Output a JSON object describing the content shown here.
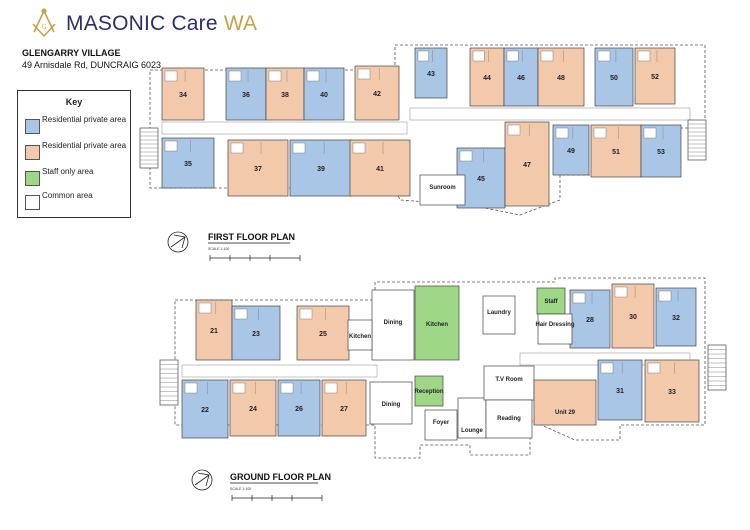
{
  "brand": {
    "name": "MASONIC Care",
    "suffix": "WA",
    "logo_icon": "square-and-compasses-icon",
    "logo_color": "#c8a24a",
    "name_color": "#2a2f6a"
  },
  "village": {
    "name": "GLENGARRY VILLAGE",
    "address": "49 Arnisdale Rd, DUNCRAIG 6023"
  },
  "key": {
    "title": "Key",
    "items": [
      {
        "label": "Residential private area",
        "color": "#a9c6e6"
      },
      {
        "label": "Residential private area",
        "color": "#f3c9ab"
      },
      {
        "label": "Staff only area",
        "color": "#9ed886"
      },
      {
        "label": "Common area",
        "color": "#ffffff"
      }
    ]
  },
  "first_floor": {
    "title": "FIRST FLOOR PLAN",
    "scale": "SCALE 1:100",
    "units_top": [
      {
        "label": "34",
        "type": "peach"
      },
      {
        "label": "36",
        "type": "blue"
      },
      {
        "label": "38",
        "type": "peach"
      },
      {
        "label": "40",
        "type": "blue"
      },
      {
        "label": "42",
        "type": "peach"
      },
      {
        "label": "43",
        "type": "blue"
      },
      {
        "label": "44",
        "type": "peach"
      },
      {
        "label": "46",
        "type": "blue"
      },
      {
        "label": "48",
        "type": "peach"
      },
      {
        "label": "50",
        "type": "blue"
      },
      {
        "label": "52",
        "type": "peach"
      }
    ],
    "units_bottom": [
      {
        "label": "35",
        "type": "blue"
      },
      {
        "label": "37",
        "type": "peach"
      },
      {
        "label": "39",
        "type": "blue"
      },
      {
        "label": "41",
        "type": "peach"
      },
      {
        "label": "45",
        "type": "blue"
      },
      {
        "label": "47",
        "type": "peach"
      },
      {
        "label": "49",
        "type": "blue"
      },
      {
        "label": "51",
        "type": "peach"
      },
      {
        "label": "53",
        "type": "blue"
      }
    ],
    "rooms": {
      "sunroom": "Sunroom"
    }
  },
  "ground_floor": {
    "title": "GROUND FLOOR PLAN",
    "scale": "SCALE 1:100",
    "units_top": [
      {
        "label": "21",
        "type": "peach"
      },
      {
        "label": "23",
        "type": "blue"
      },
      {
        "label": "25",
        "type": "peach"
      },
      {
        "label": "28",
        "type": "blue"
      },
      {
        "label": "30",
        "type": "peach"
      },
      {
        "label": "32",
        "type": "blue"
      }
    ],
    "units_bottom": [
      {
        "label": "22",
        "type": "blue"
      },
      {
        "label": "24",
        "type": "peach"
      },
      {
        "label": "26",
        "type": "blue"
      },
      {
        "label": "27",
        "type": "peach"
      },
      {
        "label": "31",
        "type": "blue"
      },
      {
        "label": "33",
        "type": "peach"
      }
    ],
    "rooms": {
      "dining_top": "Dining",
      "kitchen": "Kitchen",
      "kitchenette": "Kitchen",
      "laundry": "Laundry",
      "staff": "Staff",
      "hair_dressing": "Hair Dressing",
      "tv_room": "T.V Room",
      "reading": "Reading",
      "reception": "Reception",
      "dining_bottom": "Dining",
      "foyer": "Foyer",
      "lounge": "Lounge",
      "unit29": "Unit 29"
    }
  }
}
